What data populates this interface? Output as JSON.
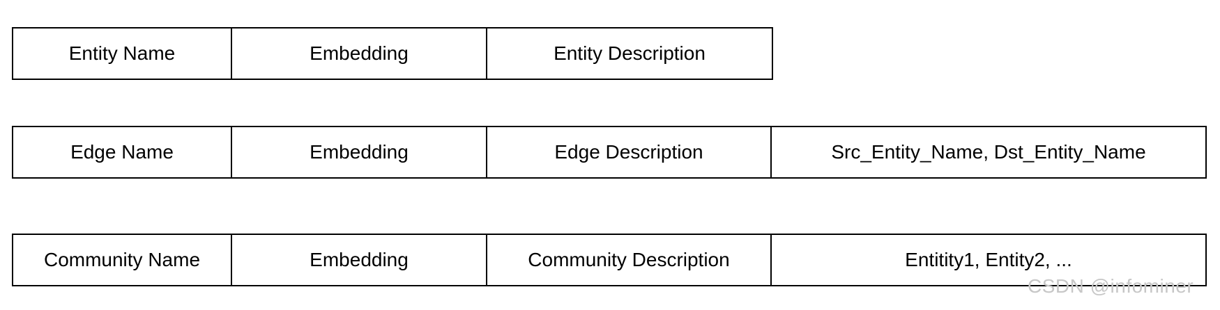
{
  "tables": [
    {
      "cells": [
        "Entity Name",
        "Embedding",
        "Entity Description"
      ]
    },
    {
      "cells": [
        "Edge Name",
        "Embedding",
        "Edge Description",
        "Src_Entity_Name, Dst_Entity_Name"
      ]
    },
    {
      "cells": [
        "Community Name",
        "Embedding",
        "Community Description",
        "Entitity1, Entity2, ..."
      ]
    }
  ],
  "watermark": "CSDN @infominer"
}
